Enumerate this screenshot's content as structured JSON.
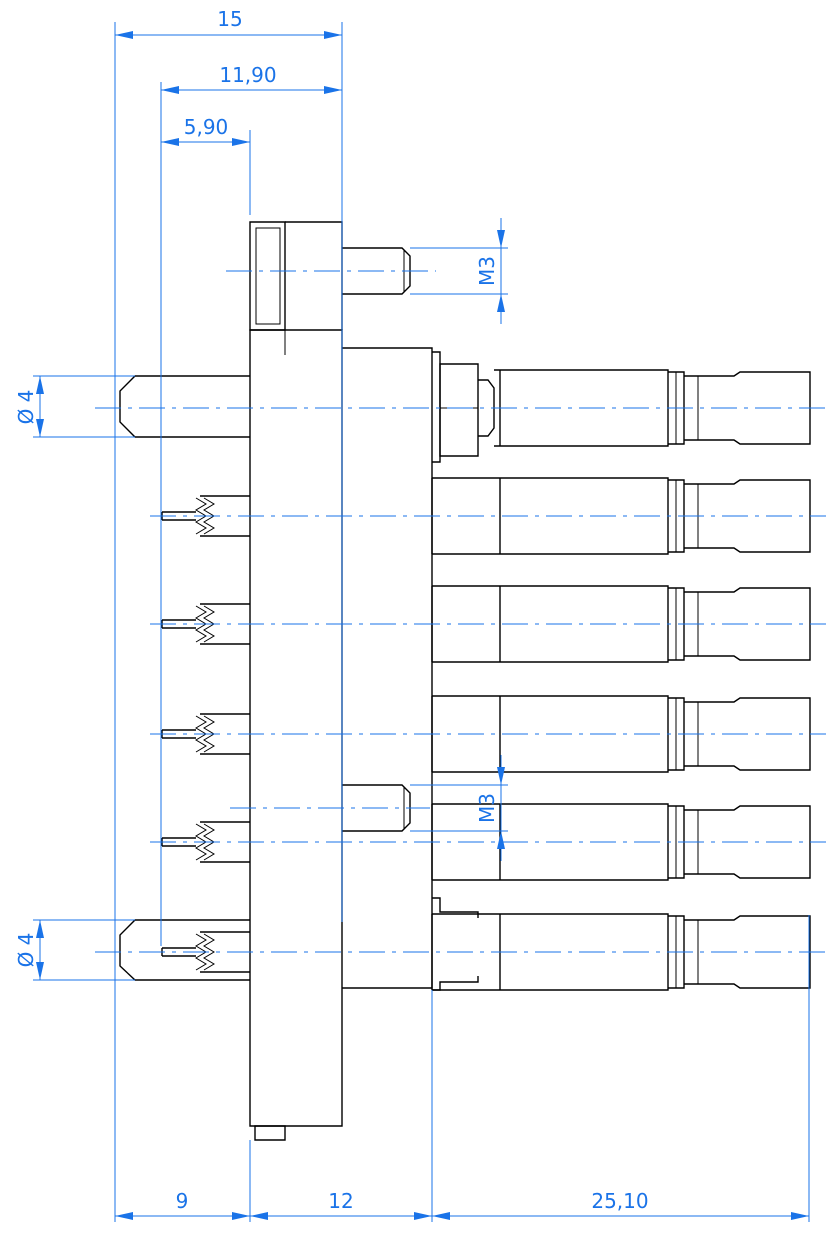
{
  "dimensions": {
    "overall_width": "15",
    "width_1190": "11,90",
    "width_590": "5,90",
    "thread_top": "M3",
    "thread_bottom": "M3",
    "diameter_top_symbol": "Ø",
    "diameter_top_value": "4",
    "diameter_bottom_symbol": "Ø",
    "diameter_bottom_value": "4",
    "bottom_9": "9",
    "bottom_12": "12",
    "bottom_2510": "25,10"
  },
  "colors": {
    "dimension": "#1a73e8",
    "part": "#000000"
  }
}
